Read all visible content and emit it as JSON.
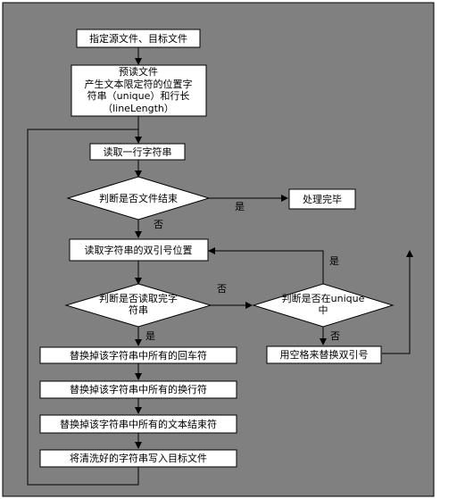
{
  "colors": {
    "background": "#808080",
    "box_fill": "#ffffff",
    "stroke": "#000000"
  },
  "nodes": {
    "specify_files": "指定源文件、目标文件",
    "preread_lines": [
      "预读文件",
      "产生文本限定符的位置字",
      "符串（unique）和行长",
      "（lineLength）"
    ],
    "read_line": "读取一行字符串",
    "is_eof": "判断是否文件结束",
    "done": "处理完毕",
    "read_quote_pos": "读取字符串的双引号位置",
    "is_read_complete_lines": [
      "判断是否读取完字",
      "符串"
    ],
    "is_in_unique_lines": [
      "判断是否在unique",
      "中"
    ],
    "replace_quote_space": "用空格来替换双引号",
    "replace_cr": "替换掉该字符串中所有的回车符",
    "replace_lf": "替换掉该字符串中所有的换行符",
    "replace_eot": "替换掉该字符串中所有的文本结束符",
    "write_target": "将清洗好的字符串写入目标文件"
  },
  "labels": {
    "eof_yes": "是",
    "eof_no": "否",
    "complete_no": "否",
    "complete_yes": "是",
    "unique_yes": "是",
    "unique_no": "否"
  }
}
